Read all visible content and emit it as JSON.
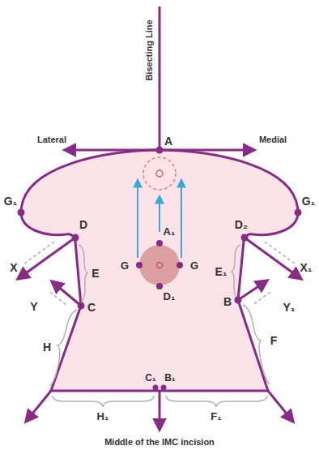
{
  "diagram": {
    "labels": [
      "Bisecting Line",
      "Lateral",
      "Medial",
      "A",
      "G₁",
      "G₁",
      "D",
      "D₂",
      "X",
      "X₁",
      "E",
      "E₁",
      "Y",
      "Y₁",
      "C",
      "B",
      "H",
      "F",
      "A₁",
      "G",
      "G",
      "D₁",
      "C₁",
      "B₁",
      "H₁",
      "F₁",
      "Middle of the IMC incision"
    ]
  }
}
